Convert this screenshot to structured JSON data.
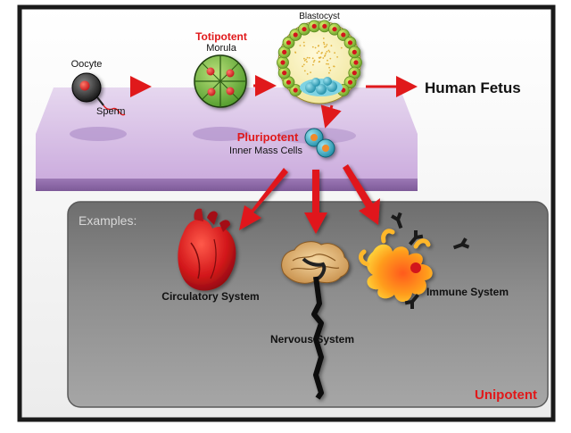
{
  "labels": {
    "oocyte": "Oocyte",
    "sperm": "Sperm",
    "totipotent": "Totipotent",
    "morula": "Morula",
    "blastocyst": "Blastocyst",
    "human_fetus": "Human Fetus",
    "pluripotent": "Pluripotent",
    "inner_mass_cells": "Inner Mass Cells",
    "examples": "Examples:",
    "circulatory_system": "Circulatory System",
    "nervous_system": "Nervous System",
    "immune_system": "Immune System",
    "unipotent": "Unipotent"
  },
  "colors": {
    "accent_red": "#e0191b",
    "label_dark": "#111111",
    "panel_gray": "#8c8c8c",
    "platform_purple": "#c9a8dc",
    "cell_green": "#79c046",
    "cell_yellow": "#e7d83a"
  },
  "icons": [
    "oocyte-icon",
    "morula-icon",
    "blastocyst-icon",
    "inner-mass-cells-icon",
    "heart-icon",
    "brain-spinal-cord-icon",
    "immune-cell-icon",
    "antibody-icon"
  ]
}
